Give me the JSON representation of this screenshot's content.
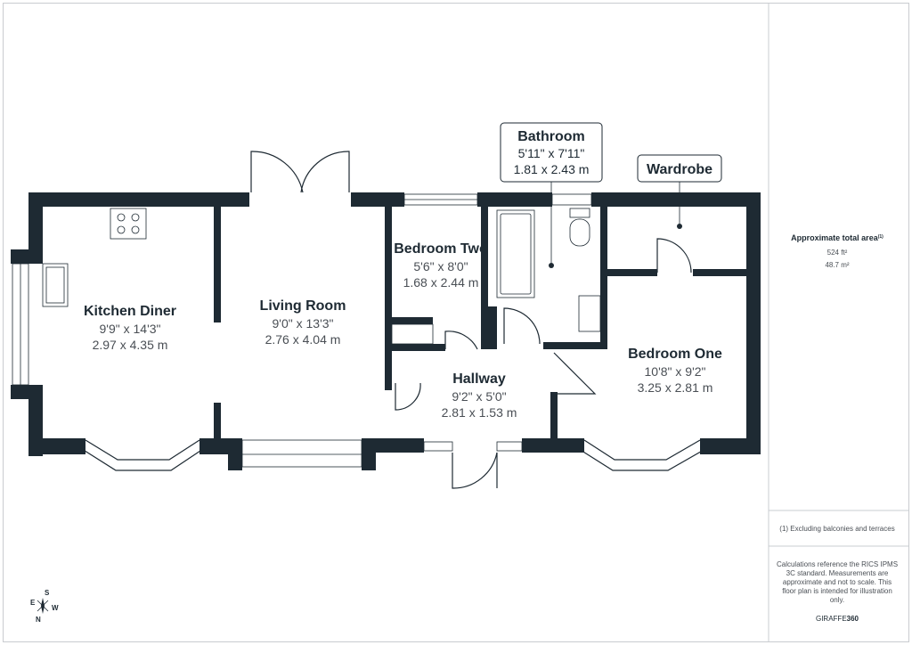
{
  "rooms": {
    "kitchen": {
      "name": "Kitchen Diner",
      "imperial": "9'9\" x 14'3\"",
      "metric": "2.97 x 4.35 m"
    },
    "living": {
      "name": "Living Room",
      "imperial": "9'0\" x 13'3\"",
      "metric": "2.76 x 4.04 m"
    },
    "bedroom_two": {
      "name": "Bedroom Two",
      "imperial": "5'6\" x 8'0\"",
      "metric": "1.68 x 2.44 m"
    },
    "bathroom": {
      "name": "Bathroom",
      "imperial": "5'11\" x 7'11\"",
      "metric": "1.81 x 2.43 m"
    },
    "wardrobe": {
      "name": "Wardrobe"
    },
    "hallway": {
      "name": "Hallway",
      "imperial": "9'2\" x 5'0\"",
      "metric": "2.81 x 1.53 m"
    },
    "bedroom_one": {
      "name": "Bedroom One",
      "imperial": "10'8\" x 9'2\"",
      "metric": "3.25 x 2.81 m"
    }
  },
  "summary": {
    "title": "Approximate total area",
    "footnote_mark": "(1)",
    "sqft": "524 ft²",
    "sqm": "48.7 m²",
    "excluding": "(1) Excluding balconies and terraces",
    "disclaimer": [
      "Calculations reference the RICS IPMS",
      "3C standard. Measurements are",
      "approximate and not to scale. This",
      "floor plan is intended for illustration",
      "only."
    ],
    "brand": {
      "light": "GIRAFFE",
      "bold": "360"
    }
  },
  "compass": {
    "n": "N",
    "s": "S",
    "e": "E",
    "w": "W"
  }
}
